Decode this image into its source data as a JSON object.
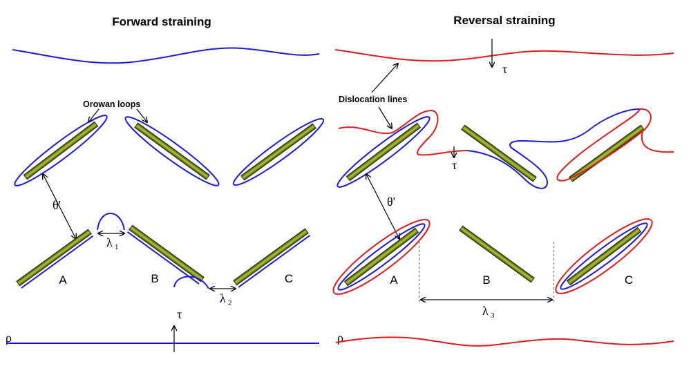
{
  "titles": {
    "left": "Forward straining",
    "right": "Reversal straining"
  },
  "annotations": {
    "orowan_loops": "Orowan loops",
    "dislocation_lines": "Dislocation lines"
  },
  "symbols": {
    "tau": "τ",
    "rho": "ρ",
    "theta": "θ'",
    "lambda": "λ",
    "lambda1_sub": "1",
    "lambda2_sub": "2",
    "lambda3_sub": "3"
  },
  "precipitate_labels": {
    "a": "A",
    "b": "B",
    "c": "C"
  },
  "colors": {
    "forward_dislocation": "#1a1adb",
    "reverse_dislocation": "#e01b1b",
    "precipitate_fill": "#7a8e1a",
    "precipitate_edge": "#1d2a05"
  }
}
